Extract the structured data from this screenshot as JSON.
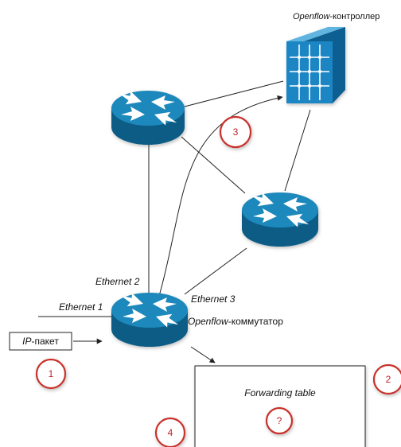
{
  "controller_label": {
    "italic": "Openflow",
    "rest": "-контроллер"
  },
  "switch_label": {
    "italic": "Openflow",
    "rest": "-коммутатор"
  },
  "ports": {
    "ethernet1": "Ethernet 1",
    "ethernet2": "Ethernet 2",
    "ethernet3": "Ethernet 3"
  },
  "packet": {
    "italic": "IP",
    "rest": "-пакет"
  },
  "forwarding_table": {
    "title": "Forwarding table",
    "value": "?"
  },
  "steps": {
    "s1": "1",
    "s2": "2",
    "s3": "3",
    "s4": "4"
  },
  "colors": {
    "router_top": "#1f88bb",
    "router_side": "#0d5b86",
    "controller_front": "#1a86c4",
    "controller_top": "#5fb4e0",
    "controller_side": "#0f5f91",
    "step_circle": "#c8302c",
    "line": "#222222"
  }
}
